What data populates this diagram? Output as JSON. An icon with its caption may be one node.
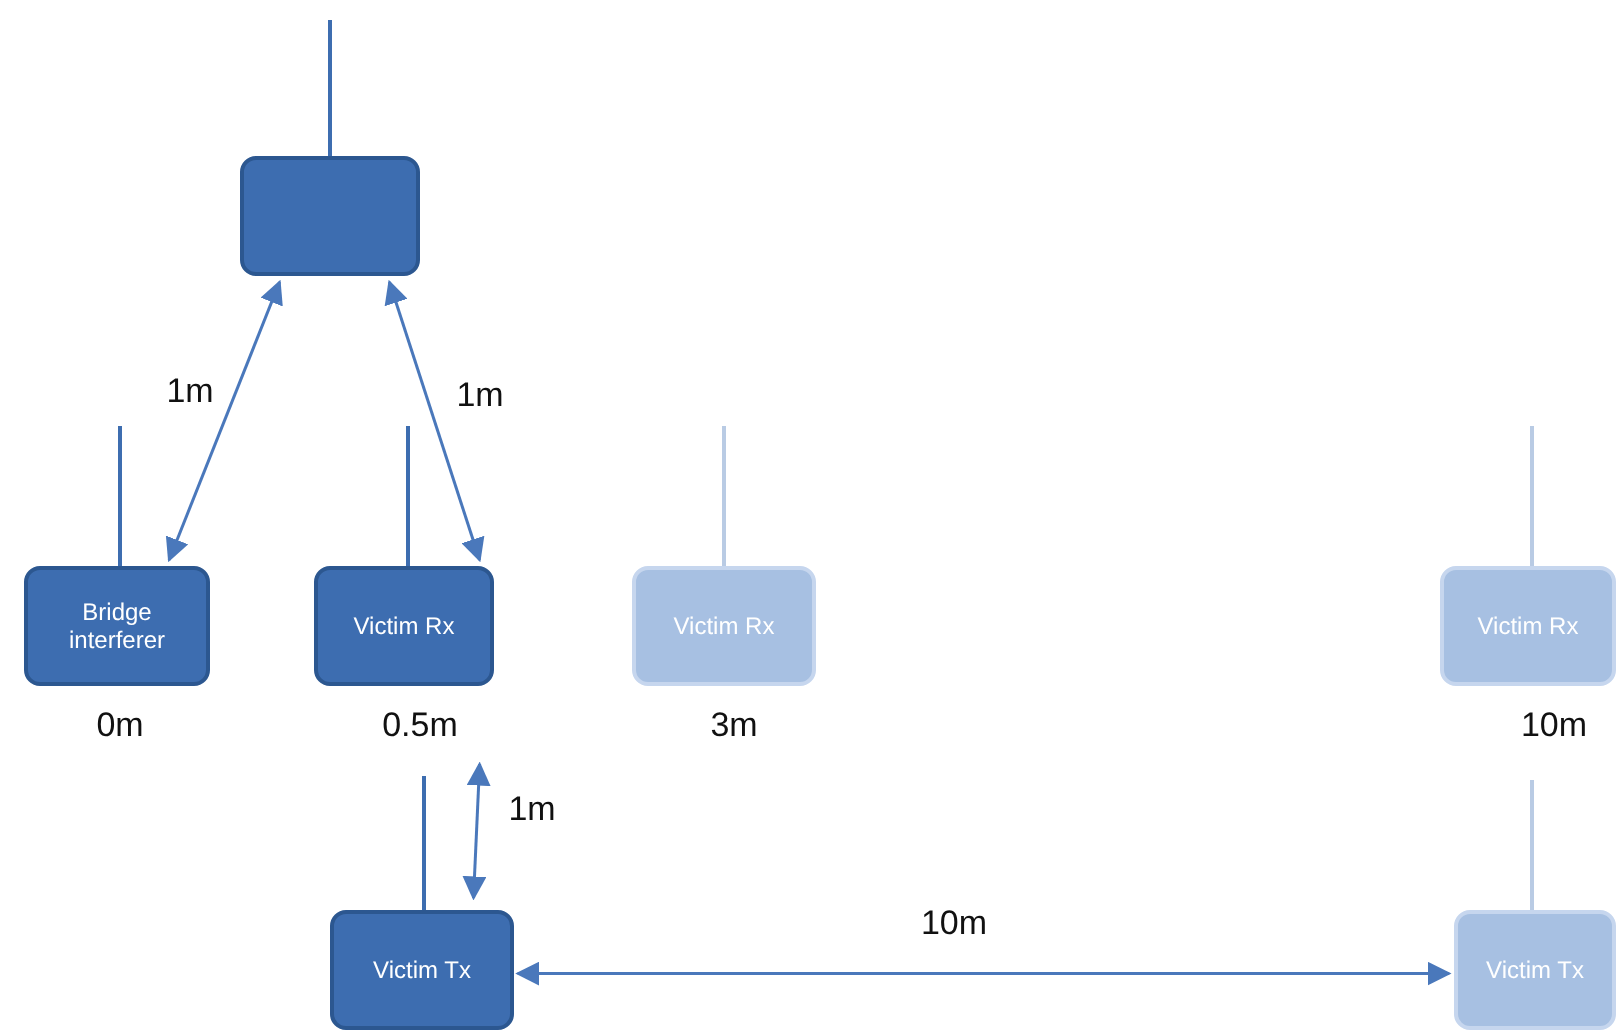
{
  "diagram": {
    "nodes": [
      {
        "text": [],
        "shape": "box"
      },
      {
        "text": [
          "Bridge interferer"
        ],
        "beside": [
          "0m"
        ]
      },
      {
        "text": [
          "Victim Rx"
        ],
        "beside": [
          "0.5m"
        ]
      },
      {
        "text": [
          "Victim Rx"
        ],
        "beside": [
          "3m"
        ]
      },
      {
        "text": [
          "Victim Rx"
        ],
        "beside": [
          "10m"
        ]
      },
      {
        "text": [
          "Victim Tx"
        ]
      },
      {
        "text": [
          "Victim Tx"
        ]
      }
    ],
    "edges": [
      {
        "from": 0,
        "to": 1,
        "arrow": "both",
        "label": "1m"
      },
      {
        "from": 0,
        "to": 2,
        "arrow": "both",
        "label": "1m"
      },
      {
        "from": 2,
        "to": 5,
        "arrow": "both",
        "label": "1m"
      },
      {
        "from": 5,
        "to": 6,
        "arrow": "both",
        "label": "10m"
      }
    ]
  }
}
